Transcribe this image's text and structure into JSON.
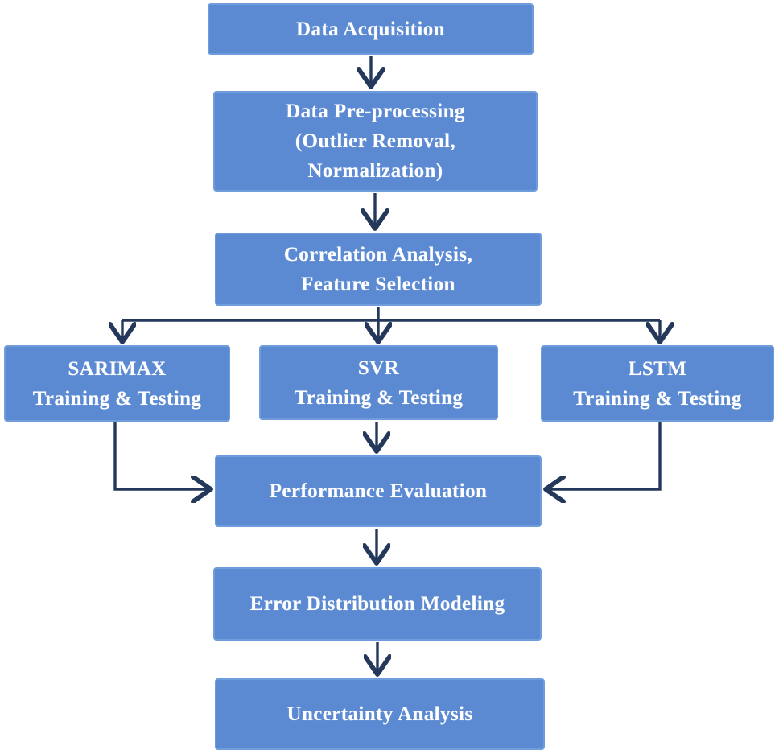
{
  "colors": {
    "box_fill": "#5B8AD3",
    "box_border": "#6F9CDA",
    "arrow": "#24385C",
    "text": "#FFFFFF",
    "background": "#FFFFFF"
  },
  "nodes": {
    "data_acquisition": {
      "label": "Data Acquisition"
    },
    "data_preprocessing": {
      "label": "Data Pre-processing\n(Outlier Removal,\nNormalization)"
    },
    "correlation_feature": {
      "label": "Correlation Analysis,\nFeature Selection"
    },
    "sarimax": {
      "label": "SARIMAX\nTraining & Testing"
    },
    "svr": {
      "label": "SVR\nTraining & Testing"
    },
    "lstm": {
      "label": "LSTM\nTraining & Testing"
    },
    "performance": {
      "label": "Performance Evaluation"
    },
    "error_distribution": {
      "label": "Error Distribution Modeling"
    },
    "uncertainty": {
      "label": "Uncertainty Analysis"
    }
  },
  "edges": [
    {
      "from": "data_acquisition",
      "to": "data_preprocessing"
    },
    {
      "from": "data_preprocessing",
      "to": "correlation_feature"
    },
    {
      "from": "correlation_feature",
      "to": "sarimax"
    },
    {
      "from": "correlation_feature",
      "to": "svr"
    },
    {
      "from": "correlation_feature",
      "to": "lstm"
    },
    {
      "from": "sarimax",
      "to": "performance"
    },
    {
      "from": "svr",
      "to": "performance"
    },
    {
      "from": "lstm",
      "to": "performance"
    },
    {
      "from": "performance",
      "to": "error_distribution"
    },
    {
      "from": "error_distribution",
      "to": "uncertainty"
    }
  ]
}
